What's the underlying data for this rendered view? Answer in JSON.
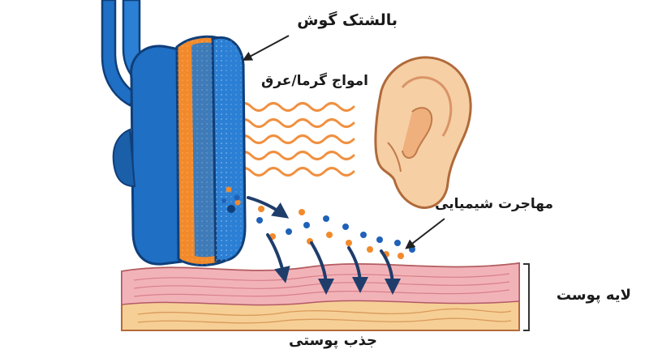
{
  "labels": {
    "ear_cushion": "بالشتک گوش",
    "heat_sweat_waves": "امواج گرما/عرق",
    "chemical_migration": "مهاجرت شیمیایی",
    "skin_layer": "لایه پوست",
    "skin_absorption": "جذب پوستی"
  },
  "colors": {
    "headphone_blue": "#1f6fc4",
    "headphone_dark": "#0f3f7a",
    "cushion_orange": "#f28a2b",
    "wave_orange": "#f09040",
    "skin_pink": "#f2b3b8",
    "ear_skin": "#f6cfa4",
    "arrow_navy": "#1f3d6b",
    "dot_blue": "#1f62b8"
  },
  "icons": [
    "headphone-cushion",
    "ear",
    "heat-waves",
    "chemical-particles",
    "skin-layer",
    "bracket"
  ]
}
